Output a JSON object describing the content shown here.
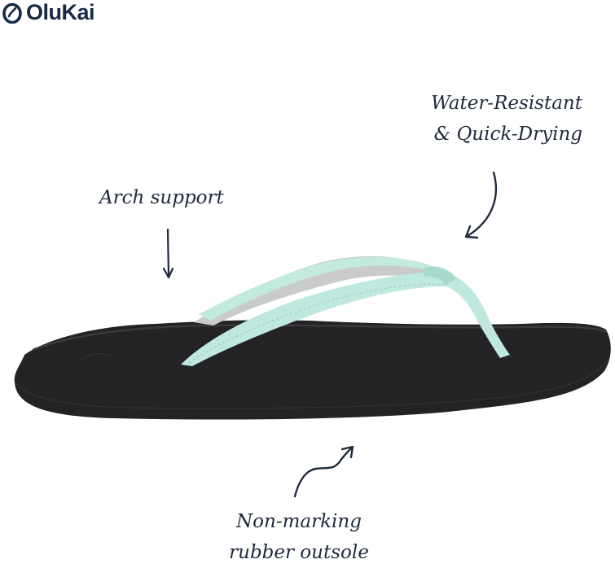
{
  "brand": {
    "name": "OluKai",
    "logo_color": "#172a4a"
  },
  "callouts": {
    "water": {
      "line1": "Water-Resistant",
      "line2": "& Quick-Drying"
    },
    "arch": {
      "line1": "Arch support"
    },
    "rubber": {
      "line1": "Non-marking",
      "line2": "rubber outsole"
    }
  },
  "product": {
    "sole_color": "#232325",
    "strap_color": "#bfe8de",
    "strap_lining_color": "#c9ccca"
  },
  "icons": [
    "logo-mark-icon",
    "arrow-down-icon",
    "curved-arrow-down-icon",
    "squiggle-arrow-up-icon"
  ]
}
